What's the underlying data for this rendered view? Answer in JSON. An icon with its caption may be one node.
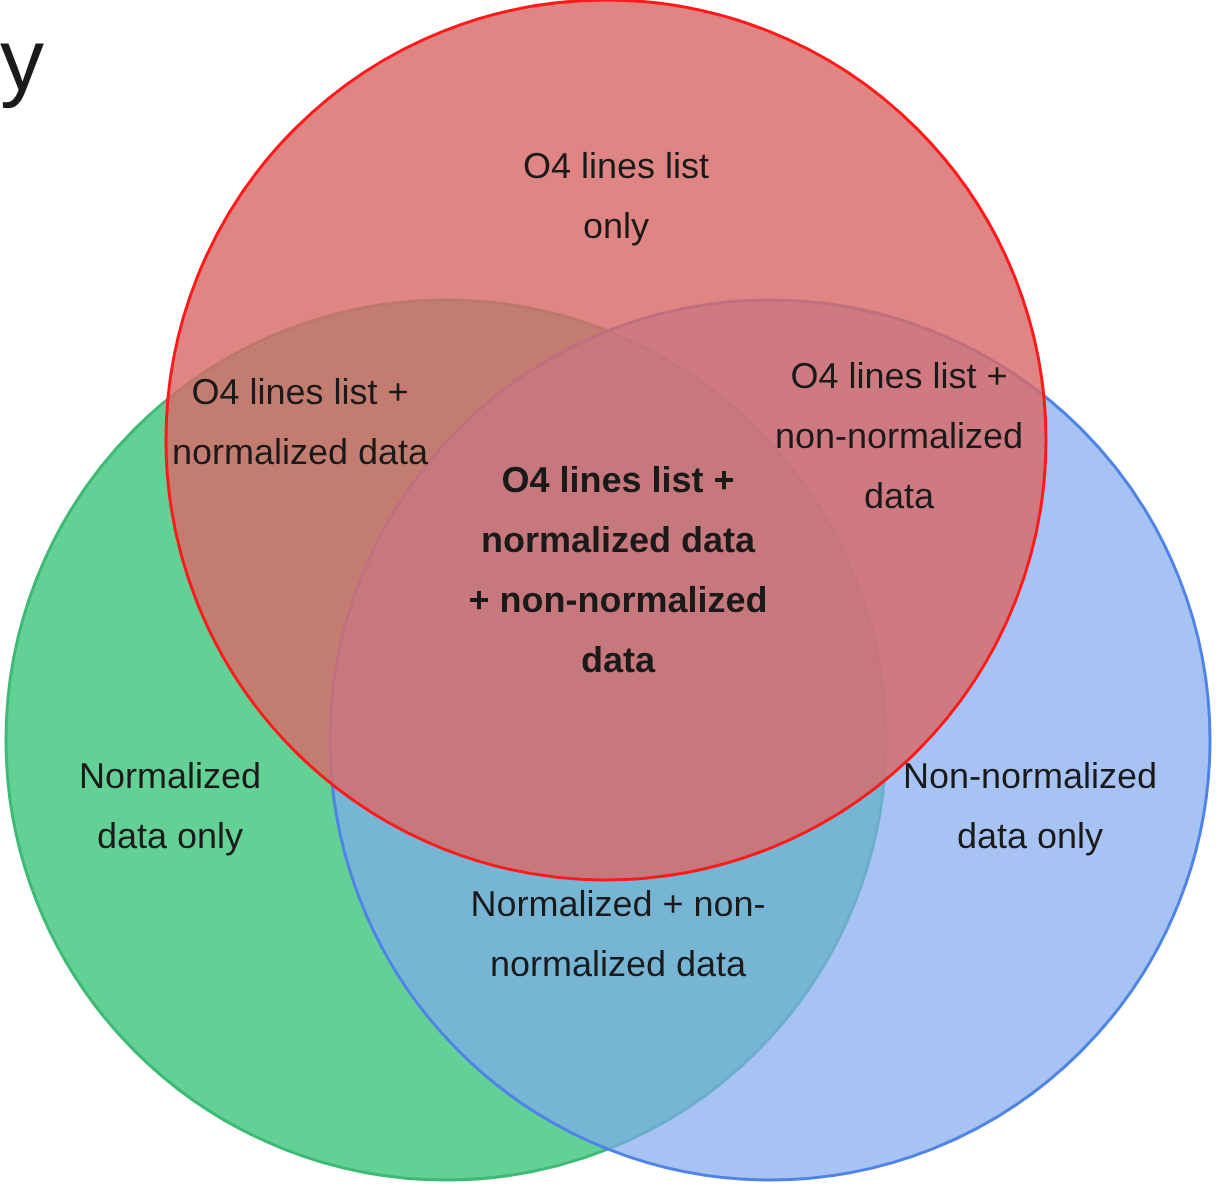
{
  "diagram": {
    "nodes": [
      {
        "text": [
          "O4 lines list only"
        ]
      },
      {
        "text": [
          "Normalized data only"
        ]
      },
      {
        "text": [
          "Non-normalized data only"
        ]
      }
    ],
    "labels": [
      "y",
      "O4 lines list + normalized data",
      "O4 lines list + non-normalized data",
      "O4 lines list + normalized data + non-normalized data",
      "Normalized + non-normalized data"
    ]
  }
}
